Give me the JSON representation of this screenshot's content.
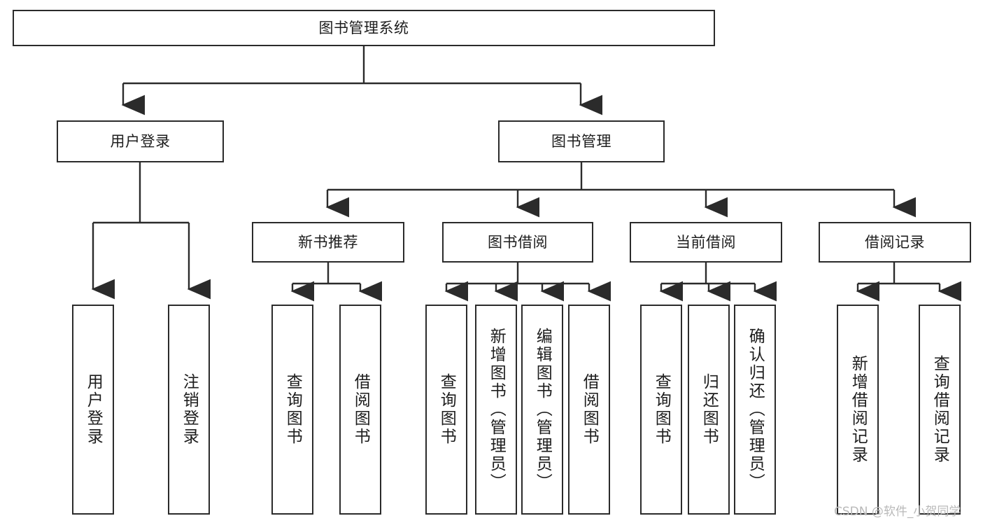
{
  "diagram": {
    "title": "图书管理系统",
    "type": "tree",
    "background": "#ffffff",
    "line_color": "#2b2b2b",
    "box_fill": "#ffffff",
    "text_color": "#1d1d1d"
  },
  "watermark": {
    "text": "CSDN @软件_小贺同学",
    "color": "#b9b9b9"
  },
  "nodes": {
    "root": {
      "label": "图书管理系统"
    },
    "level2": [
      {
        "label": "用户登录"
      },
      {
        "label": "图书管理"
      }
    ],
    "level3": [
      {
        "label": "新书推荐"
      },
      {
        "label": "图书借阅"
      },
      {
        "label": "当前借阅"
      },
      {
        "label": "借阅记录"
      }
    ],
    "leaves": {
      "user_login": [
        {
          "label": "用户登录"
        },
        {
          "label": "注销登录"
        }
      ],
      "new_book_rec": [
        {
          "label": "查询图书"
        },
        {
          "label": "借阅图书"
        }
      ],
      "book_borrow": [
        {
          "label": "查询图书"
        },
        {
          "label": "新增图书（管理员）"
        },
        {
          "label": "编辑图书（管理员）"
        },
        {
          "label": "借阅图书"
        }
      ],
      "current_borrow": [
        {
          "label": "查询图书"
        },
        {
          "label": "归还图书"
        },
        {
          "label": "确认归还（管理员）"
        }
      ],
      "borrow_record": [
        {
          "label": "新增借阅记录"
        },
        {
          "label": "查询借阅记录"
        }
      ]
    }
  }
}
